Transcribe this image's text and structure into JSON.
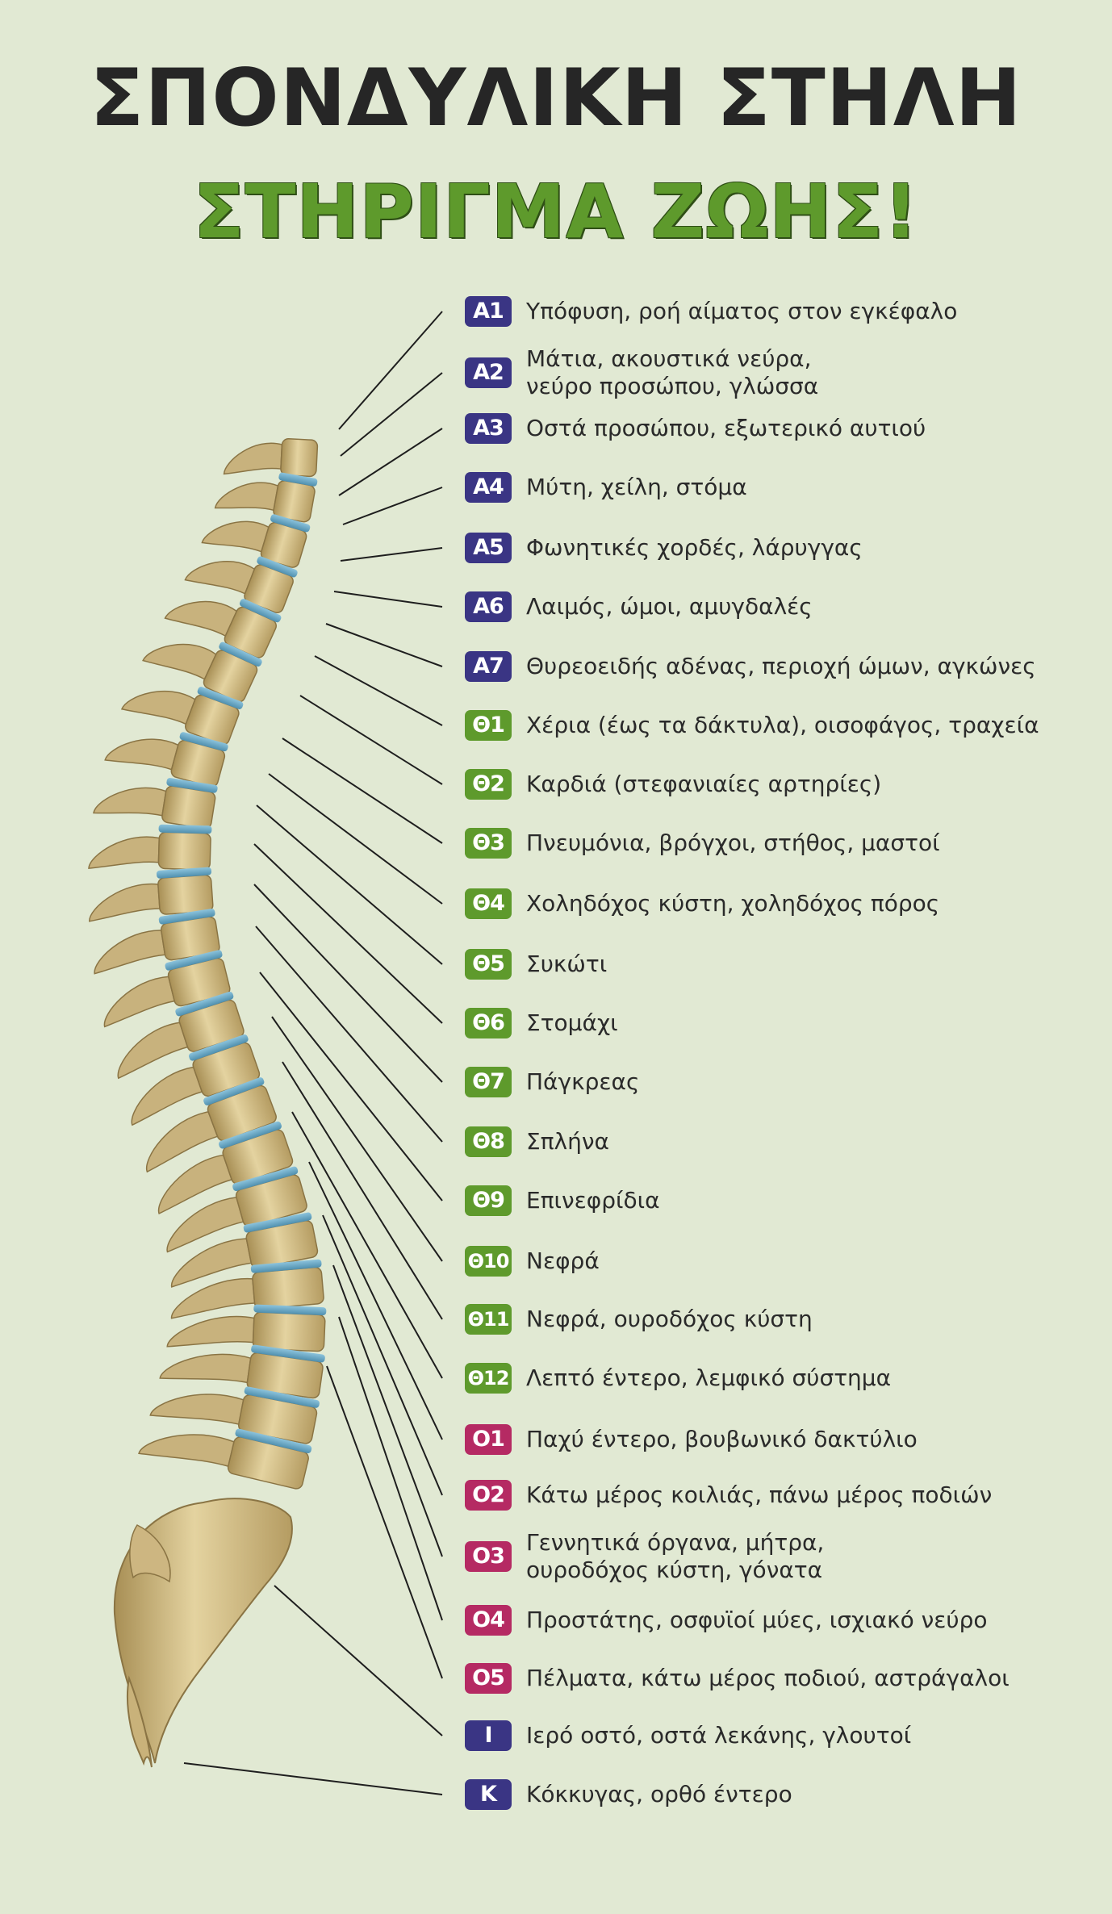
{
  "title": "ΣΠΟΝΔΥΛΙΚΗ ΣΤΗΛΗ",
  "subtitle": "ΣΤΗΡΙΓΜΑ ΖΩΗΣ!",
  "colors": {
    "background": "#e1e9d3",
    "cervical_badge": "#3a3584",
    "thoracic_badge": "#5e9a2c",
    "lumbar_badge": "#b52a63",
    "sacrum_coccyx_badge": "#3a3584",
    "bone": "#d9c58f",
    "disc": "#6aa9c6"
  },
  "entries": [
    {
      "code": "A1",
      "group": "cervical",
      "lines": [
        "Υπόφυση, ροή αίματος στον εγκέφαλο"
      ]
    },
    {
      "code": "A2",
      "group": "cervical",
      "lines": [
        "Μάτια, ακουστικά νεύρα,",
        "νεύρο προσώπου, γλώσσα"
      ]
    },
    {
      "code": "A3",
      "group": "cervical",
      "lines": [
        "Οστά προσώπου, εξωτερικό αυτιού"
      ]
    },
    {
      "code": "A4",
      "group": "cervical",
      "lines": [
        "Μύτη, χείλη, στόμα"
      ]
    },
    {
      "code": "A5",
      "group": "cervical",
      "lines": [
        "Φωνητικές χορδές, λάρυγγας"
      ]
    },
    {
      "code": "A6",
      "group": "cervical",
      "lines": [
        "Λαιμός, ώμοι, αμυγδαλές"
      ]
    },
    {
      "code": "A7",
      "group": "cervical",
      "lines": [
        "Θυρεοειδής αδένας, περιοχή ώμων, αγκώνες"
      ]
    },
    {
      "code": "Θ1",
      "group": "thoracic",
      "lines": [
        "Χέρια (έως τα δάκτυλα), οισοφάγος, τραχεία"
      ]
    },
    {
      "code": "Θ2",
      "group": "thoracic",
      "lines": [
        "Καρδιά (στεφανιαίες αρτηρίες)"
      ]
    },
    {
      "code": "Θ3",
      "group": "thoracic",
      "lines": [
        "Πνευμόνια, βρόγχοι, στήθος, μαστοί"
      ]
    },
    {
      "code": "Θ4",
      "group": "thoracic",
      "lines": [
        "Χοληδόχος κύστη, χοληδόχος πόρος"
      ]
    },
    {
      "code": "Θ5",
      "group": "thoracic",
      "lines": [
        "Συκώτι"
      ]
    },
    {
      "code": "Θ6",
      "group": "thoracic",
      "lines": [
        "Στομάχι"
      ]
    },
    {
      "code": "Θ7",
      "group": "thoracic",
      "lines": [
        "Πάγκρεας"
      ]
    },
    {
      "code": "Θ8",
      "group": "thoracic",
      "lines": [
        "Σπλήνα"
      ]
    },
    {
      "code": "Θ9",
      "group": "thoracic",
      "lines": [
        "Επινεφρίδια"
      ]
    },
    {
      "code": "Θ10",
      "group": "thoracic",
      "lines": [
        "Νεφρά"
      ]
    },
    {
      "code": "Θ11",
      "group": "thoracic",
      "lines": [
        "Νεφρά, ουροδόχος κύστη"
      ]
    },
    {
      "code": "Θ12",
      "group": "thoracic",
      "lines": [
        "Λεπτό έντερο, λεμφικό σύστημα"
      ]
    },
    {
      "code": "Ο1",
      "group": "lumbar",
      "lines": [
        "Παχύ έντερο, βουβωνικό δακτύλιο"
      ]
    },
    {
      "code": "Ο2",
      "group": "lumbar",
      "lines": [
        "Κάτω μέρος κοιλιάς, πάνω μέρος ποδιών"
      ]
    },
    {
      "code": "Ο3",
      "group": "lumbar",
      "lines": [
        "Γεννητικά όργανα, μήτρα,",
        "ουροδόχος κύστη, γόνατα"
      ]
    },
    {
      "code": "Ο4",
      "group": "lumbar",
      "lines": [
        "Προστάτης, οσφυϊοί μύες, ισχιακό νεύρο"
      ]
    },
    {
      "code": "Ο5",
      "group": "lumbar",
      "lines": [
        "Πέλματα, κάτω μέρος ποδιού, αστράγαλοι"
      ]
    },
    {
      "code": "Ι",
      "group": "sacrum",
      "lines": [
        "Ιερό οστό, οστά λεκάνης, γλουτοί"
      ]
    },
    {
      "code": "Κ",
      "group": "coccyx",
      "lines": [
        "Κόκκυγας, ορθό έντερο"
      ]
    }
  ]
}
